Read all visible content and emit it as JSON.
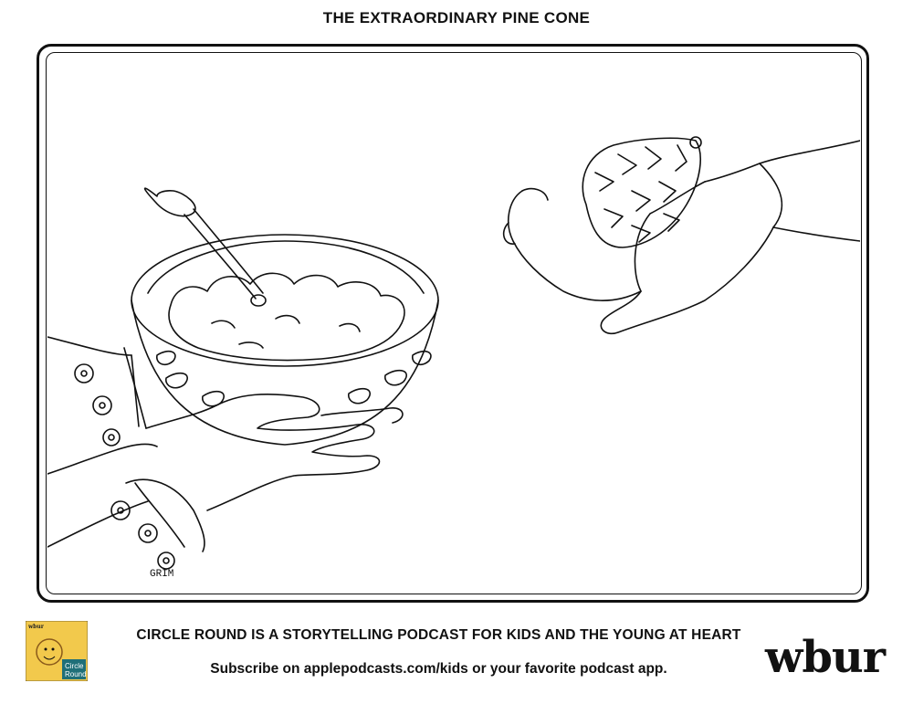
{
  "title": "THE EXTRAORDINARY PINE CONE",
  "footer": {
    "tagline": "CIRCLE ROUND IS A STORYTELLING PODCAST FOR KIDS AND THE YOUNG AT HEART",
    "subscribe": "Subscribe on applepodcasts.com/kids or your favorite podcast app.",
    "brand": "wbur",
    "logo_text": [
      "wbur",
      "Circle",
      "Round"
    ],
    "logo_colors": {
      "background": "#f2c94c",
      "badge": "#1f6f78"
    }
  },
  "illustration": {
    "signature": "GRIM"
  }
}
